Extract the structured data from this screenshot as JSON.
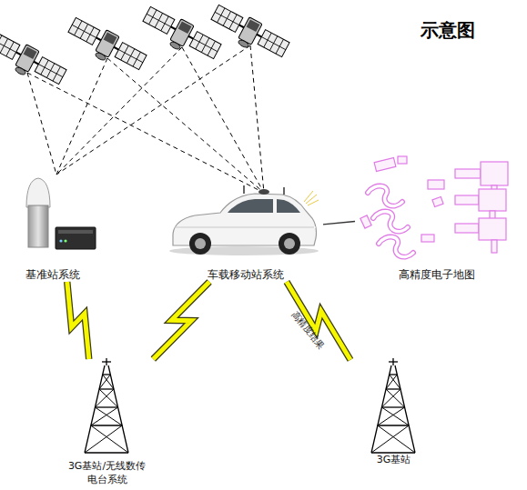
{
  "diagram": {
    "title": "示意图",
    "nodes": [
      {
        "text": [
          "基准站系统"
        ]
      },
      {
        "text": [
          "车载移动站系统"
        ]
      },
      {
        "text": [
          "高精度电子地图"
        ]
      },
      {
        "text": [
          "3G基站/无线数传电台系统"
        ]
      },
      {
        "text": [
          "3G基站"
        ]
      }
    ],
    "edges": [
      {
        "from": 0,
        "to": 3,
        "arrow": "none"
      },
      {
        "from": 1,
        "to": 2,
        "arrow": "none"
      },
      {
        "from": 1,
        "to": 3,
        "arrow": "none"
      },
      {
        "from": 1,
        "to": 4,
        "label": "高精度结果",
        "arrow": "none"
      }
    ]
  }
}
